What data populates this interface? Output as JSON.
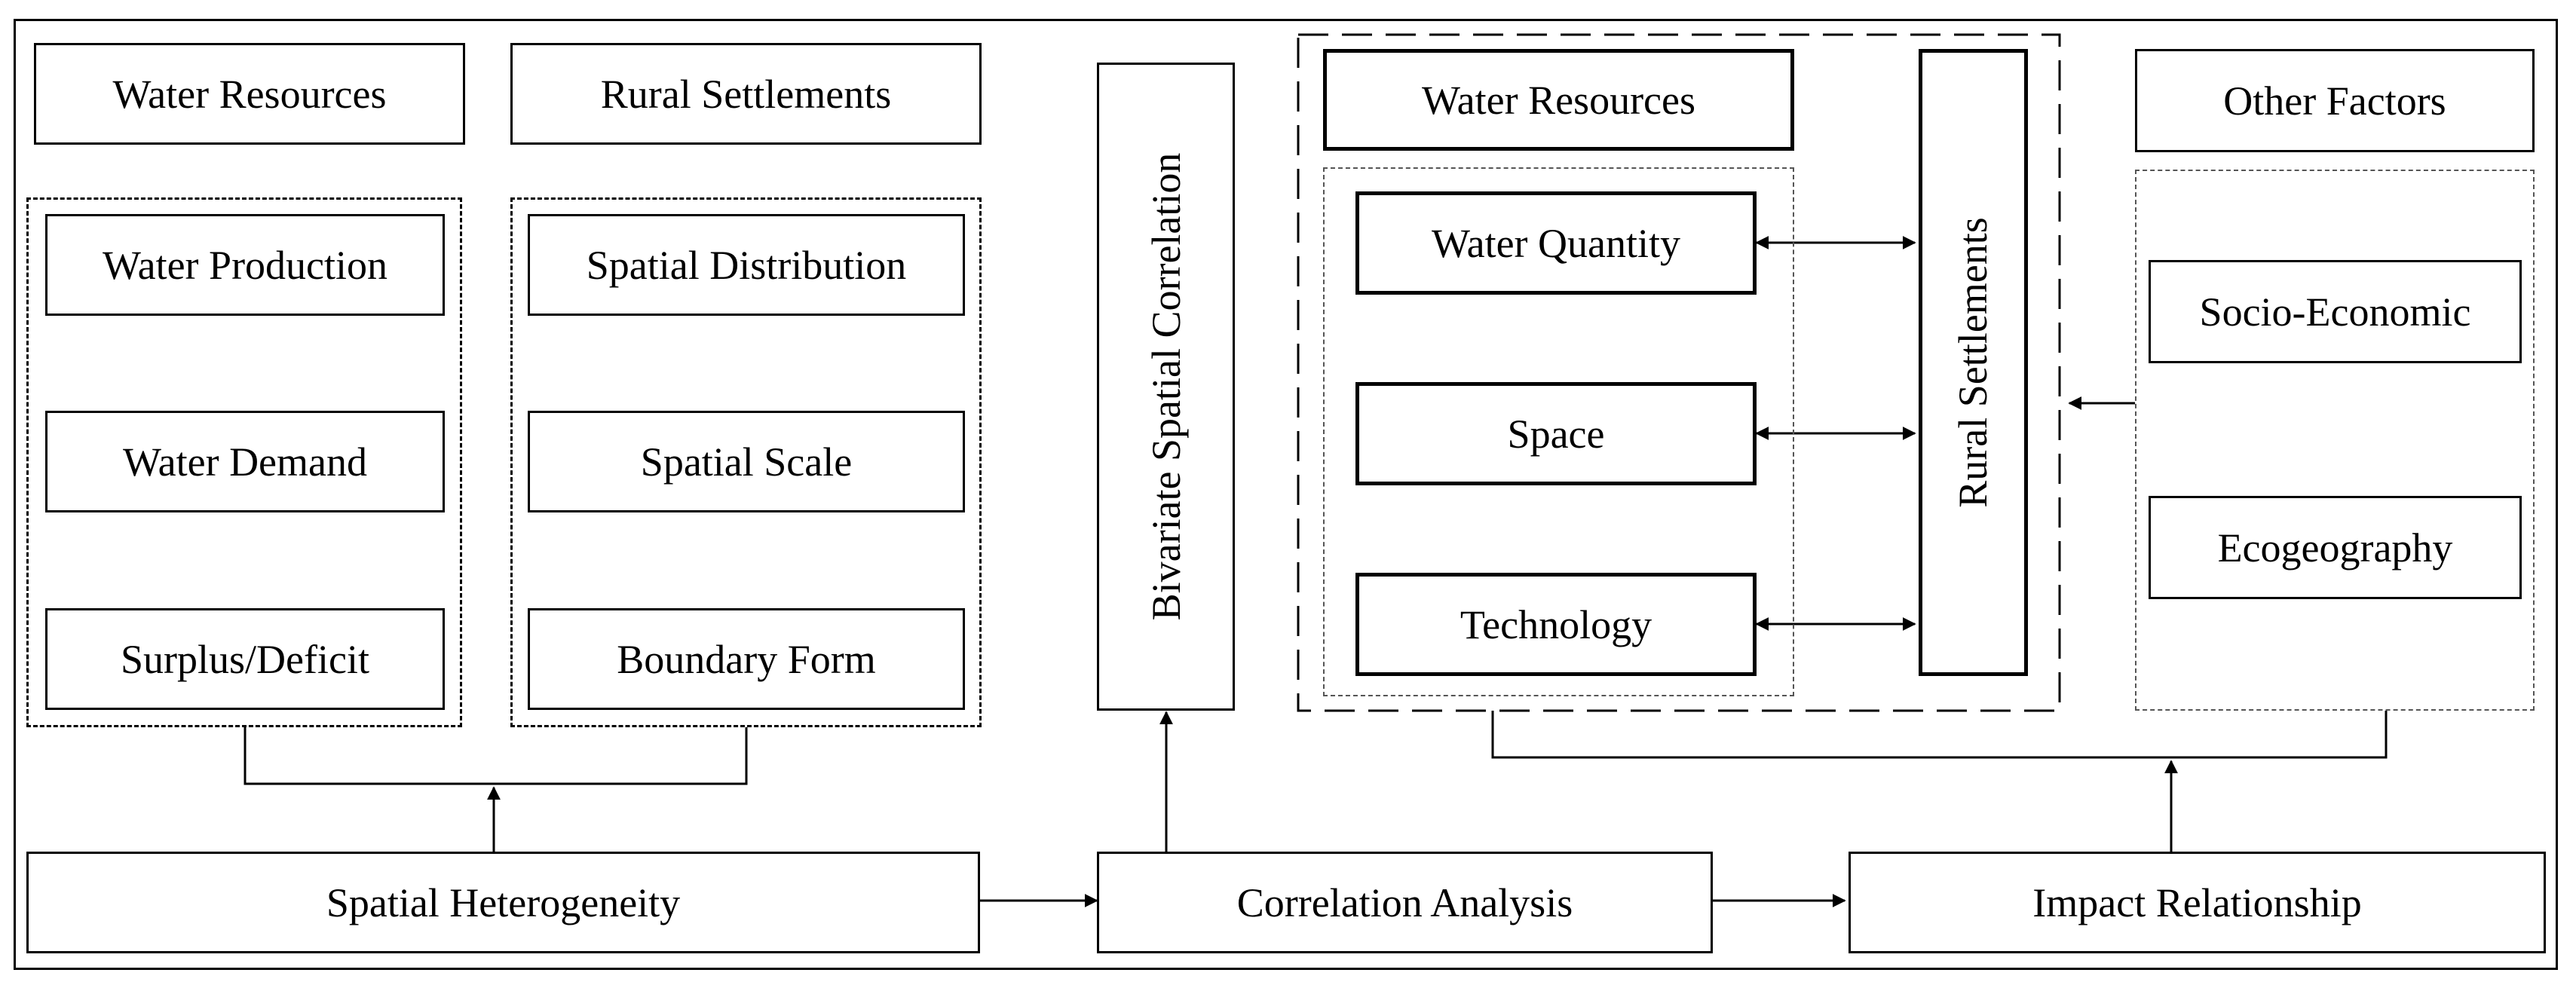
{
  "left_panel": {
    "water_resources_title": "Water Resources",
    "water_items": [
      "Water Production",
      "Water Demand",
      "Surplus/Deficit"
    ],
    "rural_settlements_title": "Rural Settlements",
    "rural_items": [
      "Spatial Distribution",
      "Spatial Scale",
      "Boundary Form"
    ]
  },
  "middle": {
    "vertical_box": "Bivariate Spatial Correlation"
  },
  "right_panel": {
    "water_resources_title": "Water Resources",
    "water_items": [
      "Water Quantity",
      "Space",
      "Technology"
    ],
    "rural_settlements_vertical": "Rural Settlements",
    "other_factors_title": "Other Factors",
    "other_items": [
      "Socio-Economic",
      "Ecogeography"
    ]
  },
  "bottom_row": {
    "step1": "Spatial Heterogeneity",
    "step2": "Correlation Analysis",
    "step3": "Impact Relationship"
  }
}
